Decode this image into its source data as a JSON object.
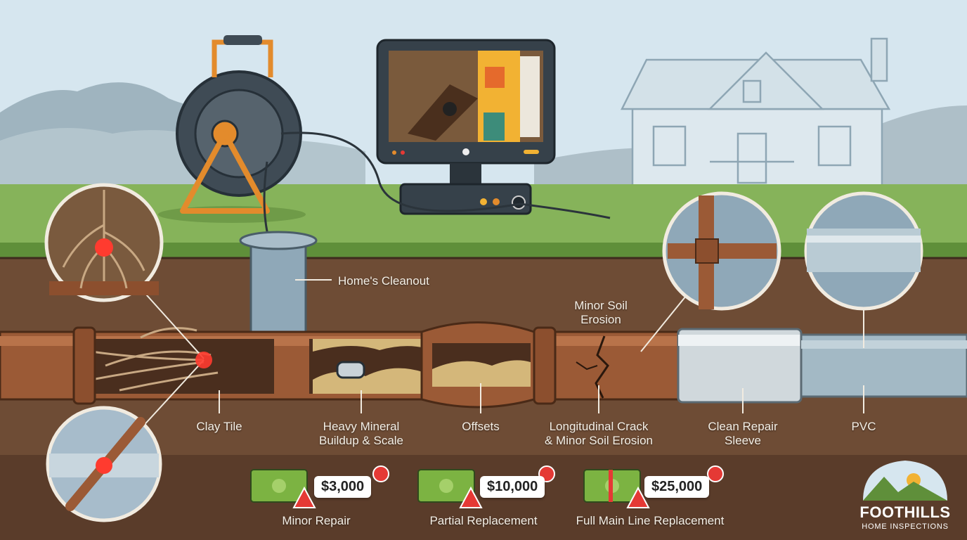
{
  "labels": {
    "cleanout": "Home's Cleanout",
    "erosion": "Minor Soil\nErosion",
    "clay_tile": "Clay Tile",
    "mineral": "Heavy Mineral\nBuildup & Scale",
    "offsets": "Offsets",
    "crack": "Longitudinal Crack\n& Minor Soil Erosion",
    "sleeve": "Clean Repair\nSleeve",
    "pvc": "PVC"
  },
  "costs": [
    {
      "price": "$3,000",
      "label": "Minor Repair"
    },
    {
      "price": "$10,000",
      "label": "Partial Replacement"
    },
    {
      "price": "$25,000",
      "label": "Full Main Line Replacement"
    }
  ],
  "brand": {
    "name": "FOOTHILLS",
    "sub": "HOME INSPECTIONS"
  },
  "colors": {
    "sky": "#cfe0ea",
    "grass": "#7fae4f",
    "soil": "#6b4a34",
    "pipe": "#9b5a36",
    "sleeve": "#cfd8dc",
    "pvc": "#9fb6c2",
    "alert": "#e53935",
    "money": "#7cb342"
  },
  "icons": [
    "camera-reel-icon",
    "monitor-icon",
    "house-icon",
    "money-icon",
    "warning-icon",
    "alert-badge-icon",
    "mountain-logo-icon"
  ]
}
